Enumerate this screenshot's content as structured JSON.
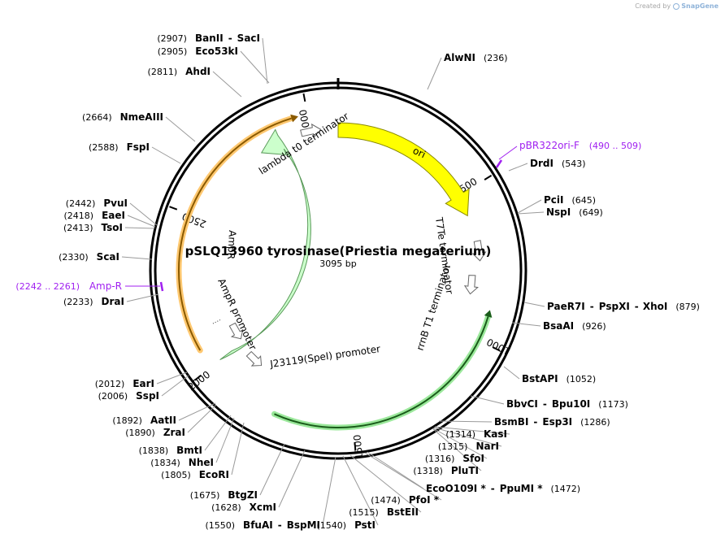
{
  "attribution": {
    "prefix": "Created by",
    "brand": "SnapGene"
  },
  "plasmid": {
    "name": "pSLQ13960 tyrosinase(Priestia megaterium)",
    "length_label": "3095 bp",
    "length": 3095
  },
  "ticks": [
    {
      "pos": 500,
      "label": "500"
    },
    {
      "pos": 1000,
      "label": "1000"
    },
    {
      "pos": 1500,
      "label": "1500"
    },
    {
      "pos": 2000,
      "label": "2000"
    },
    {
      "pos": 2500,
      "label": "2500"
    },
    {
      "pos": 3000,
      "label": "3000"
    }
  ],
  "features": [
    {
      "id": "ori",
      "label": "ori",
      "color": "#ffff00",
      "border": "#888800",
      "type": "big-arrow"
    },
    {
      "id": "ampr",
      "label": "AmpR",
      "color": "#ccffcc",
      "border": "#5a9a5a",
      "type": "big-arrow"
    },
    {
      "id": "ampr-promoter",
      "label": "AmpR promoter",
      "color": "#ffffff",
      "border": "#666666",
      "type": "small-arrow"
    },
    {
      "id": "lambda-t0",
      "label": "lambda t0 terminator",
      "color": "#ffffff",
      "border": "#666666",
      "type": "small-arrow"
    },
    {
      "id": "t7te",
      "label": "T7Te terminator",
      "color": "#ffffff",
      "border": "#666666",
      "type": "small-arrow"
    },
    {
      "id": "rrnb-t1",
      "label": "rrnB T1 terminator",
      "color": "#ffffff",
      "border": "#666666",
      "type": "small-arrow"
    },
    {
      "id": "j23119",
      "label": "J23119(SpeI) promoter",
      "color": "#ffffff",
      "border": "#666666",
      "type": "small-arrow"
    },
    {
      "id": "orf-green",
      "label": "",
      "color": "#1a5c1a",
      "border": "#9be89b",
      "type": "thin-arc"
    },
    {
      "id": "orf-orange",
      "label": "",
      "color": "#8a5a00",
      "border": "#ffc870",
      "type": "thin-arc"
    }
  ],
  "primers": [
    {
      "name": "pBR322ori-F",
      "range": "(490 .. 509)"
    },
    {
      "name": "Amp-R",
      "range": "(2242 .. 2261)"
    }
  ],
  "enzymes": [
    {
      "names": [
        "BanII",
        "SacI"
      ],
      "pos": "(2907)"
    },
    {
      "names": [
        "Eco53kI"
      ],
      "pos": "(2905)"
    },
    {
      "names": [
        "AhdI"
      ],
      "pos": "(2811)"
    },
    {
      "names": [
        "NmeAIII"
      ],
      "pos": "(2664)"
    },
    {
      "names": [
        "FspI"
      ],
      "pos": "(2588)"
    },
    {
      "names": [
        "PvuI"
      ],
      "pos": "(2442)"
    },
    {
      "names": [
        "EaeI"
      ],
      "pos": "(2418)"
    },
    {
      "names": [
        "TsoI"
      ],
      "pos": "(2413)"
    },
    {
      "names": [
        "ScaI"
      ],
      "pos": "(2330)"
    },
    {
      "names": [
        "DraI"
      ],
      "pos": "(2233)"
    },
    {
      "names": [
        "EarI"
      ],
      "pos": "(2012)"
    },
    {
      "names": [
        "SspI"
      ],
      "pos": "(2006)"
    },
    {
      "names": [
        "AatII"
      ],
      "pos": "(1892)"
    },
    {
      "names": [
        "ZraI"
      ],
      "pos": "(1890)"
    },
    {
      "names": [
        "BmtI"
      ],
      "pos": "(1838)"
    },
    {
      "names": [
        "NheI"
      ],
      "pos": "(1834)"
    },
    {
      "names": [
        "EcoRI"
      ],
      "pos": "(1805)"
    },
    {
      "names": [
        "BtgZI"
      ],
      "pos": "(1675)"
    },
    {
      "names": [
        "XcmI"
      ],
      "pos": "(1628)"
    },
    {
      "names": [
        "BfuAI",
        "BspMI"
      ],
      "pos": "(1550)"
    },
    {
      "names": [
        "PstI"
      ],
      "pos": "(1540)"
    },
    {
      "names": [
        "BstEII"
      ],
      "pos": "(1515)"
    },
    {
      "names": [
        "PfoI *"
      ],
      "pos": "(1474)"
    },
    {
      "names": [
        "EcoO109I *",
        "PpuMI *"
      ],
      "pos": "(1472)"
    },
    {
      "names": [
        "PluTI"
      ],
      "pos": "(1318)"
    },
    {
      "names": [
        "SfoI"
      ],
      "pos": "(1316)"
    },
    {
      "names": [
        "NarI"
      ],
      "pos": "(1315)"
    },
    {
      "names": [
        "KasI"
      ],
      "pos": "(1314)"
    },
    {
      "names": [
        "BsmBI",
        "Esp3I"
      ],
      "pos": "(1286)"
    },
    {
      "names": [
        "BbvCI",
        "Bpu10I"
      ],
      "pos": "(1173)"
    },
    {
      "names": [
        "BstAPI"
      ],
      "pos": "(1052)"
    },
    {
      "names": [
        "BsaAI"
      ],
      "pos": "(926)"
    },
    {
      "names": [
        "PaeR7I",
        "PspXI",
        "XhoI"
      ],
      "pos": "(879)"
    },
    {
      "names": [
        "NspI"
      ],
      "pos": "(649)"
    },
    {
      "names": [
        "PciI"
      ],
      "pos": "(645)"
    },
    {
      "names": [
        "DrdI"
      ],
      "pos": "(543)"
    },
    {
      "names": [
        "AlwNI"
      ],
      "pos": "(236)"
    }
  ]
}
